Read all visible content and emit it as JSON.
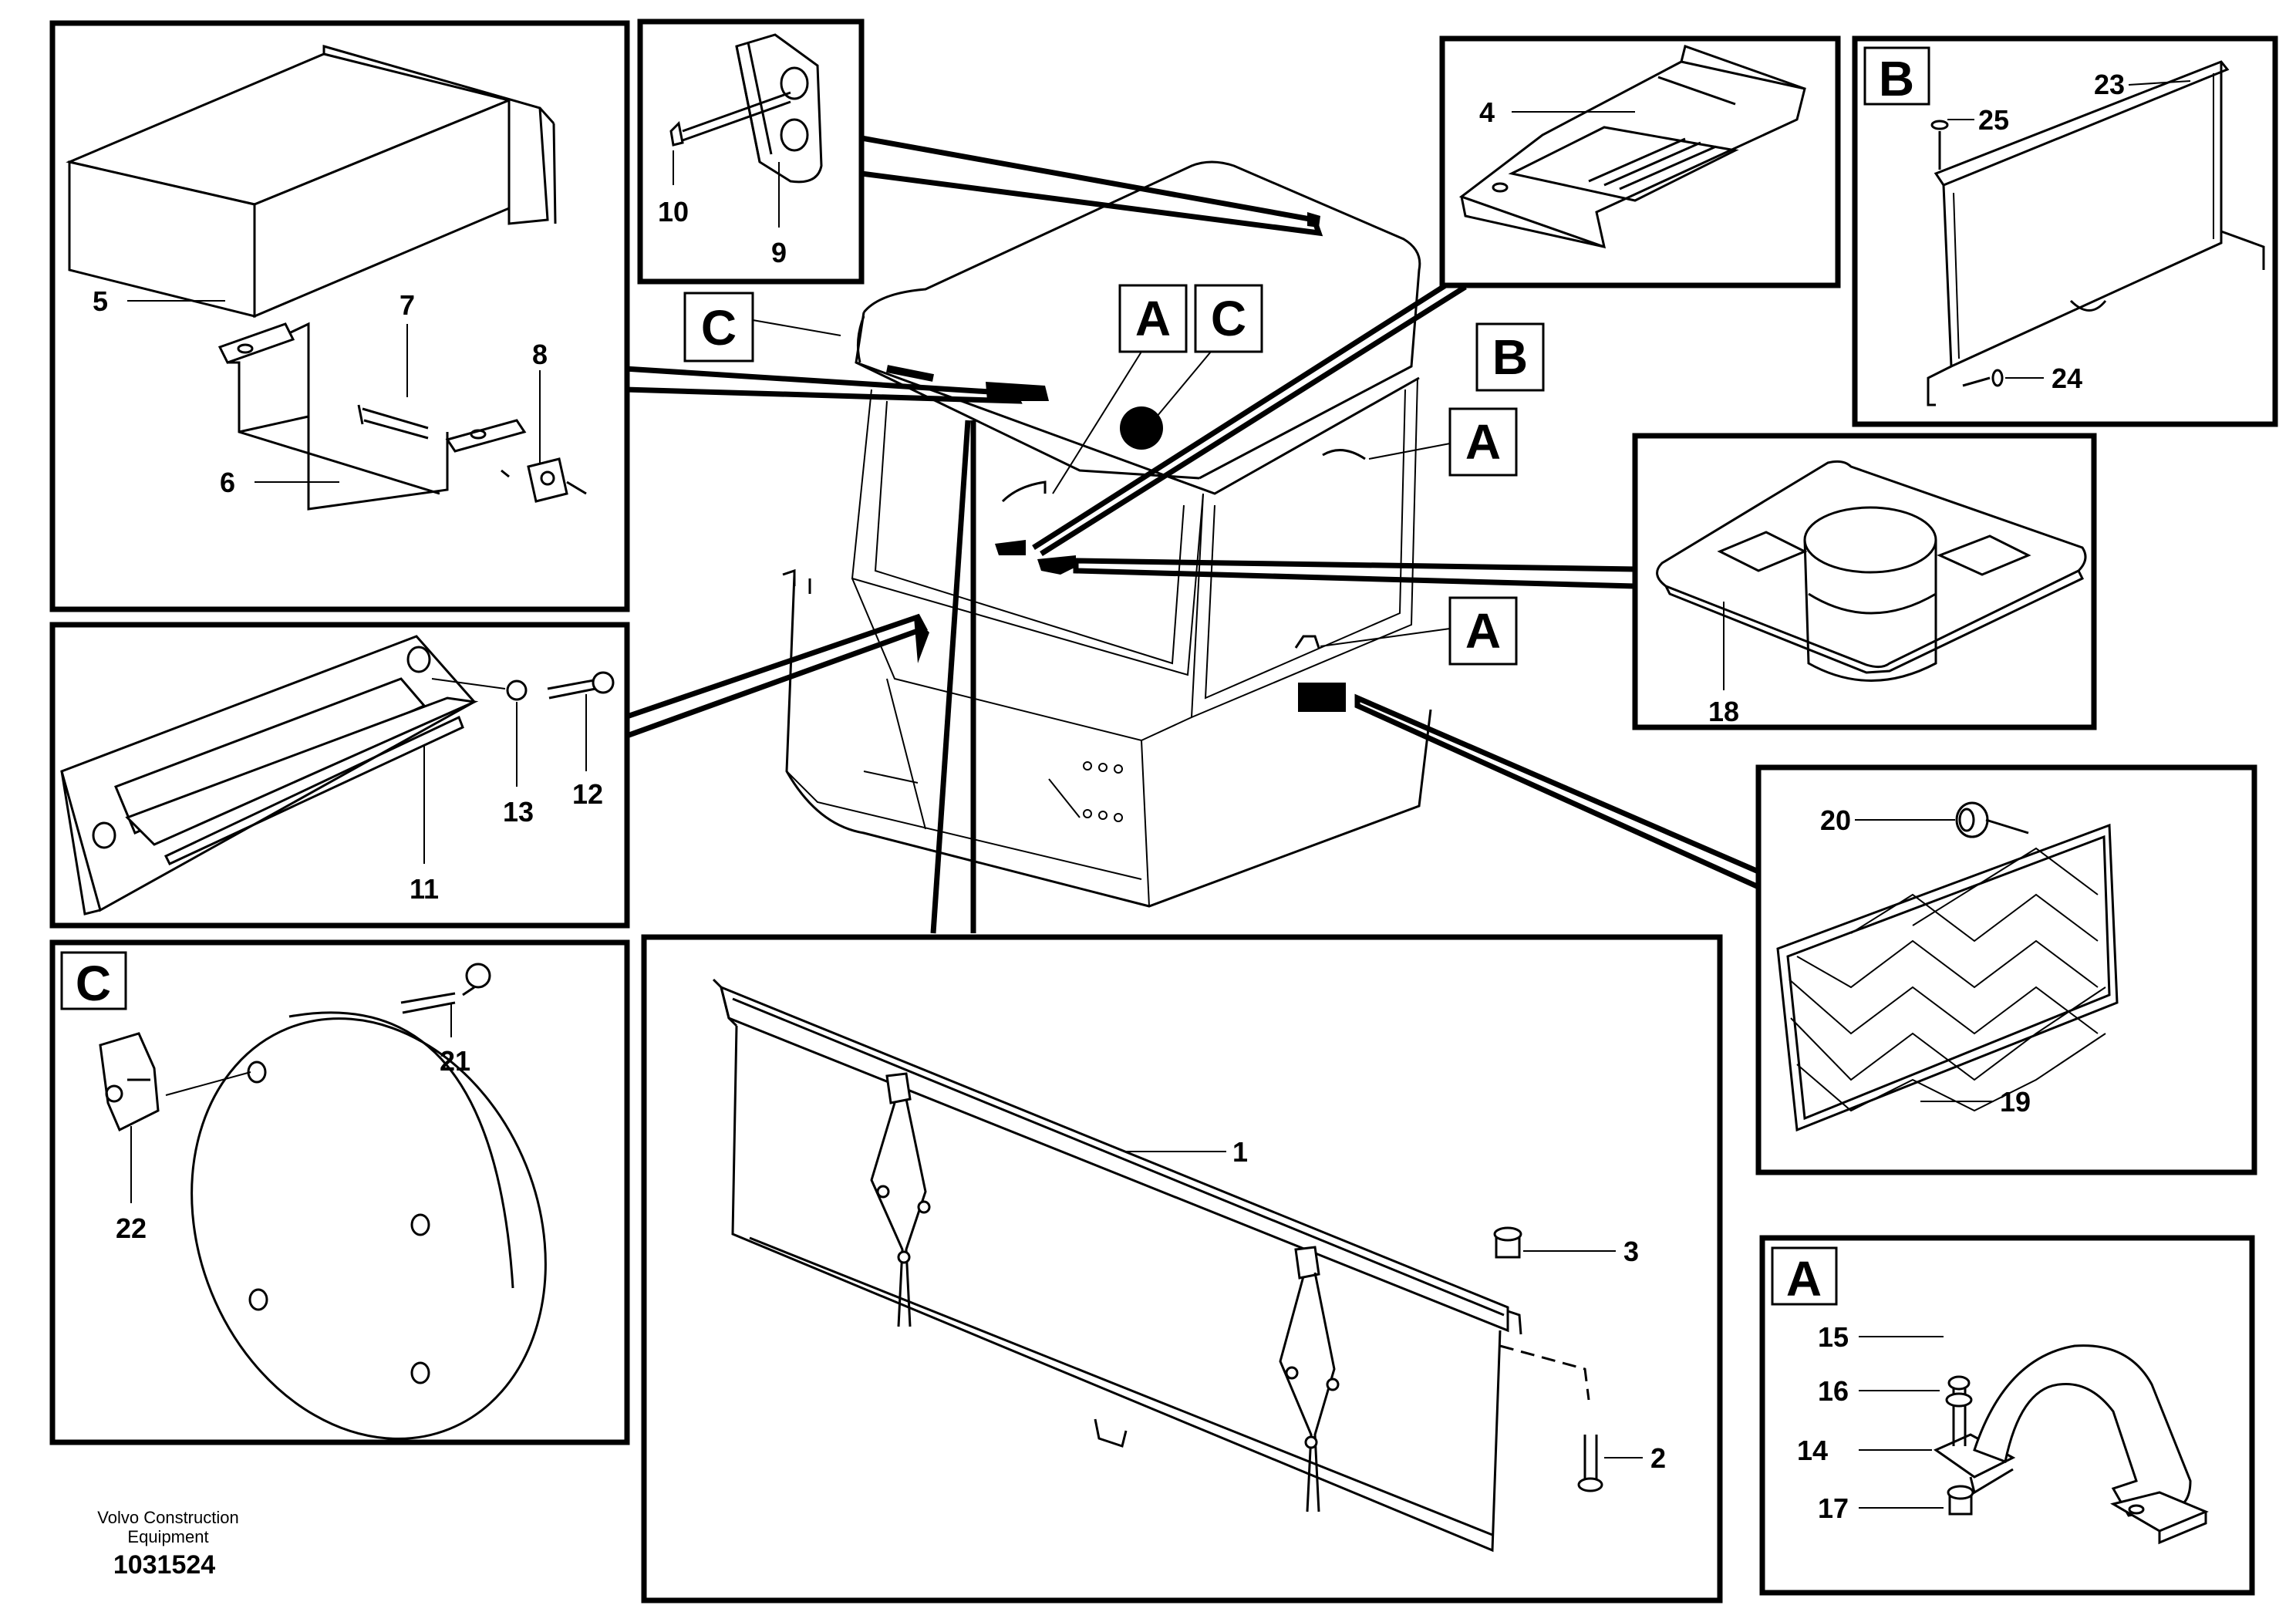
{
  "callouts": {
    "c1": "1",
    "c2": "2",
    "c3": "3",
    "c4": "4",
    "c5": "5",
    "c6": "6",
    "c7": "7",
    "c8": "8",
    "c9": "9",
    "c10": "10",
    "c11": "11",
    "c12": "12",
    "c13": "13",
    "c14": "14",
    "c15": "15",
    "c16": "16",
    "c17": "17",
    "c18": "18",
    "c19": "19",
    "c20": "20",
    "c21": "21",
    "c22": "22",
    "c23": "23",
    "c24": "24",
    "c25": "25"
  },
  "labels": {
    "a": "A",
    "b": "B",
    "c": "C"
  },
  "footer": {
    "company_line1": "Volvo Construction",
    "company_line2": "Equipment",
    "drawing_number": "1031524"
  }
}
